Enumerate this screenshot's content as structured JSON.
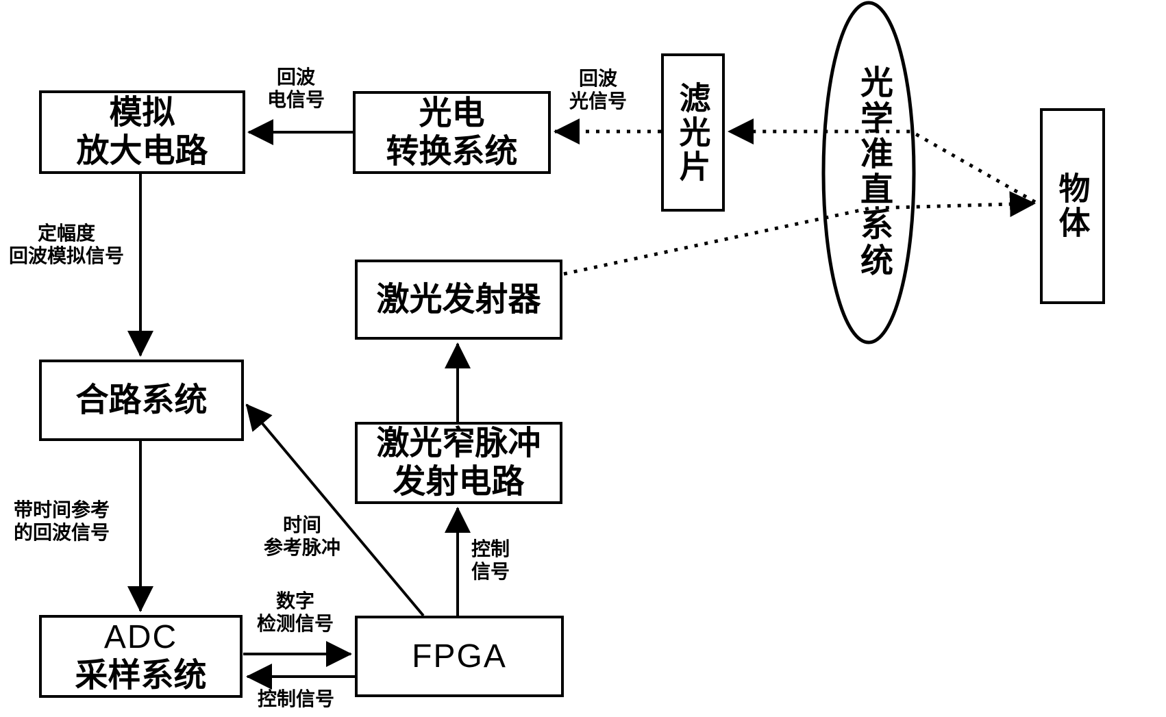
{
  "blocks": {
    "analog_amplifier": {
      "line1": "模拟",
      "line2": "放大电路"
    },
    "photoelectric_converter": {
      "line1": "光电",
      "line2": "转换系统"
    },
    "optical_filter": {
      "label": "滤光片"
    },
    "optical_collimation": {
      "label": "光学准直系统"
    },
    "target_object": {
      "label": "物体"
    },
    "laser_emitter": {
      "label": "激光发射器"
    },
    "combiner": {
      "label": "合路系统"
    },
    "narrow_pulse_circuit": {
      "line1": "激光窄脉冲",
      "line2": "发射电路"
    },
    "adc_sampling": {
      "line1": "ADC",
      "line2": "采样系统"
    },
    "fpga": {
      "label": "FPGA"
    }
  },
  "edges": {
    "echo_electrical": {
      "line1": "回波",
      "line2": "电信号"
    },
    "echo_optical": {
      "line1": "回波",
      "line2": "光信号"
    },
    "fixed_amplitude_echo": {
      "line1": "定幅度",
      "line2": "回波模拟信号"
    },
    "time_referenced_echo": {
      "line1": "带时间参考",
      "line2": "的回波信号"
    },
    "time_reference_pulse": {
      "line1": "时间",
      "line2": "参考脉冲"
    },
    "laser_control": {
      "line1": "控制",
      "line2": "信号"
    },
    "digital_detection": {
      "line1": "数字",
      "line2": "检测信号"
    },
    "adc_control": {
      "label": "控制信号"
    }
  },
  "colors": {
    "ink": "#000000",
    "background": "#ffffff"
  }
}
